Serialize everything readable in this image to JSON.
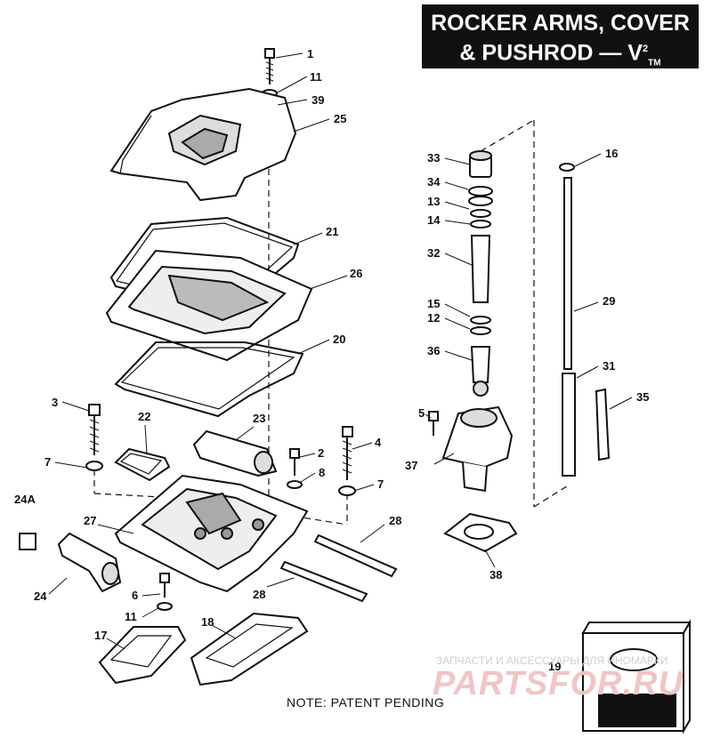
{
  "title": {
    "line1": "ROCKER ARMS, COVER",
    "line2": "& PUSHROD — V",
    "sup": "2",
    "tm": "TM"
  },
  "note": "NOTE: PATENT PENDING",
  "watermark": {
    "top": "ЗАПЧАСТИ И АКСЕССУАРЫ ДЛЯ ИНОМАРКИ",
    "logo": "PARTSFOR.RU"
  },
  "callouts": {
    "c1": "1",
    "c11a": "11",
    "c39": "39",
    "c25": "25",
    "c21": "21",
    "c26": "26",
    "c20": "20",
    "c3": "3",
    "c22": "22",
    "c23": "23",
    "c2": "2",
    "c4": "4",
    "c5": "5",
    "c7a": "7",
    "c7b": "7",
    "c8": "8",
    "c24A": "24A",
    "c27": "27",
    "c28a": "28",
    "c28b": "28",
    "c24": "24",
    "c6": "6",
    "c11b": "11",
    "c17": "17",
    "c18": "18",
    "c19": "19",
    "c33": "33",
    "c34": "34",
    "c13": "13",
    "c14": "14",
    "c32": "32",
    "c15": "15",
    "c12": "12",
    "c36": "36",
    "c37": "37",
    "c38": "38",
    "c16": "16",
    "c29": "29",
    "c31": "31",
    "c35": "35"
  },
  "icons": [
    "bolt-icon",
    "washer-icon",
    "rocker-cover-icon",
    "gasket-icon",
    "rocker-shaft-icon",
    "pushrod-icon",
    "harley-davidson-box-icon"
  ]
}
